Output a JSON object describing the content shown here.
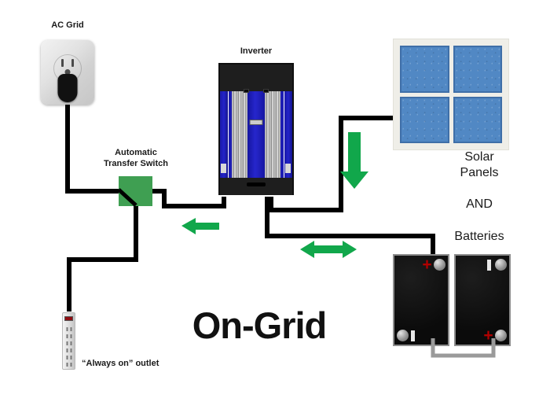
{
  "diagram": {
    "title": "On-Grid",
    "background_color": "#ffffff",
    "wire_color": "#000000",
    "flow_arrow_color": "#11a74b",
    "accent_green": "#3f9f52",
    "battery_positive_color": "#b00000"
  },
  "labels": {
    "ac_grid": "AC Grid",
    "automatic_transfer_switch": "Automatic\nTransfer Switch",
    "inverter": "Inverter",
    "solar_panels": "Solar\nPanels",
    "and": "AND",
    "batteries": "Batteries",
    "always_on_outlet": "“Always on” outlet"
  },
  "components": {
    "ac_grid_outlet": {
      "name": "AC Grid",
      "type": "wall-outlet",
      "plug_inserted": true
    },
    "automatic_transfer_switch": {
      "name": "Automatic Transfer Switch",
      "type": "switch",
      "color": "#3f9f52"
    },
    "inverter": {
      "name": "Inverter",
      "type": "inverter",
      "body_color": "#1d1db3",
      "cap_color": "#1e1e1e"
    },
    "solar_panel_array": {
      "name": "Solar Panels",
      "type": "pv-array",
      "cell_count": 4,
      "cell_color": "#5188c4",
      "frame_color": "#efeee8"
    },
    "batteries": {
      "name": "Batteries",
      "type": "battery-bank",
      "count": 2,
      "units": [
        {
          "id": "battery-left",
          "top_terminal": "+",
          "bottom_terminal": "-"
        },
        {
          "id": "battery-right",
          "top_terminal": "-",
          "bottom_terminal": "+"
        }
      ]
    },
    "power_strip": {
      "name": "“Always on” outlet",
      "type": "power-strip",
      "outlet_count": 6,
      "switch_color": "#8f0d12"
    }
  },
  "flow_arrows": [
    {
      "id": "arrow-pv-to-inverter",
      "direction": "down",
      "color": "#11a74b"
    },
    {
      "id": "arrow-inverter-to-ats",
      "direction": "left",
      "color": "#11a74b"
    },
    {
      "id": "arrow-battery-bidir",
      "direction": "bidirectional",
      "color": "#11a74b"
    }
  ]
}
